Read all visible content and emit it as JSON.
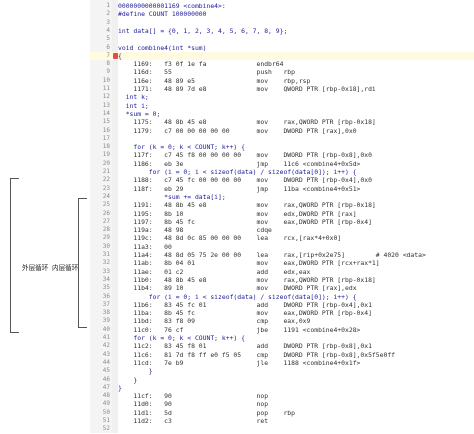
{
  "annotations": {
    "outer_loop_label": "外层循环",
    "inner_loop_label": "内层循环"
  },
  "colors": {
    "addr": "#c87a00",
    "c_code": "#1a1a99",
    "asm": "#303030"
  },
  "lines": [
    {
      "n": "1",
      "t": "0000000000001169 <combine4>:",
      "k": "c"
    },
    {
      "n": "2",
      "t": "#define COUNT 100000000",
      "k": "c"
    },
    {
      "n": "3",
      "t": "",
      "k": "c"
    },
    {
      "n": "4",
      "t": "int data[] = {0, 1, 2, 3, 4, 5, 6, 7, 8, 9};",
      "k": "c"
    },
    {
      "n": "5",
      "t": "",
      "k": "c"
    },
    {
      "n": "6",
      "t": "void combine4(int *sum)",
      "k": "c"
    },
    {
      "n": "7",
      "t": "{",
      "k": "c"
    },
    {
      "n": "8",
      "t": "    1169:   f3 0f 1e fa             endbr64",
      "k": "asm"
    },
    {
      "n": "9",
      "t": "    116d:   55                      push   rbp",
      "k": "asm"
    },
    {
      "n": "10",
      "t": "    116e:   48 89 e5                mov    rbp,rsp",
      "k": "asm"
    },
    {
      "n": "11",
      "t": "    1171:   48 89 7d e8             mov    QWORD PTR [rbp-0x18],rdi",
      "k": "asm"
    },
    {
      "n": "12",
      "t": "  int k;",
      "k": "c"
    },
    {
      "n": "13",
      "t": "  int i;",
      "k": "c"
    },
    {
      "n": "14",
      "t": "  *sum = 0;",
      "k": "c"
    },
    {
      "n": "15",
      "t": "    1175:   48 8b 45 e8             mov    rax,QWORD PTR [rbp-0x18]",
      "k": "asm"
    },
    {
      "n": "16",
      "t": "    1179:   c7 00 00 00 00 00       mov    DWORD PTR [rax],0x0",
      "k": "asm"
    },
    {
      "n": "17",
      "t": "",
      "k": "c"
    },
    {
      "n": "18",
      "t": "    for (k = 0; k < COUNT; k++) {",
      "k": "c"
    },
    {
      "n": "19",
      "t": "    117f:   c7 45 f8 00 00 00 00    mov    DWORD PTR [rbp-0x8],0x0",
      "k": "asm"
    },
    {
      "n": "20",
      "t": "    1186:   eb 3e                   jmp    11c6 <combine4+0x5d>",
      "k": "asm"
    },
    {
      "n": "21",
      "t": "        for (i = 0; i < sizeof(data) / sizeof(data[0]); i++) {",
      "k": "c"
    },
    {
      "n": "22",
      "t": "    1188:   c7 45 fc 00 00 00 00    mov    DWORD PTR [rbp-0x4],0x0",
      "k": "asm"
    },
    {
      "n": "23",
      "t": "    118f:   eb 29                   jmp    11ba <combine4+0x51>",
      "k": "asm"
    },
    {
      "n": "24",
      "t": "            *sum += data[i];",
      "k": "c"
    },
    {
      "n": "25",
      "t": "    1191:   48 8b 45 e8             mov    rax,QWORD PTR [rbp-0x18]",
      "k": "asm"
    },
    {
      "n": "26",
      "t": "    1195:   8b 10                   mov    edx,DWORD PTR [rax]",
      "k": "asm"
    },
    {
      "n": "27",
      "t": "    1197:   8b 45 fc                mov    eax,DWORD PTR [rbp-0x4]",
      "k": "asm"
    },
    {
      "n": "28",
      "t": "    119a:   48 98                   cdqe",
      "k": "asm"
    },
    {
      "n": "29",
      "t": "    119c:   48 8d 0c 85 00 00 00    lea    rcx,[rax*4+0x0]",
      "k": "asm"
    },
    {
      "n": "30",
      "t": "    11a3:   00",
      "k": "asm"
    },
    {
      "n": "31",
      "t": "    11a4:   48 8d 05 75 2e 00 00    lea    rax,[rip+0x2e75]        # 4020 <data>",
      "k": "asm"
    },
    {
      "n": "32",
      "t": "    11ab:   8b 04 01                mov    eax,DWORD PTR [rcx+rax*1]",
      "k": "asm"
    },
    {
      "n": "33",
      "t": "    11ae:   01 c2                   add    edx,eax",
      "k": "asm"
    },
    {
      "n": "34",
      "t": "    11b0:   48 8b 45 e8             mov    rax,QWORD PTR [rbp-0x18]",
      "k": "asm"
    },
    {
      "n": "35",
      "t": "    11b4:   89 10                   mov    DWORD PTR [rax],edx",
      "k": "asm"
    },
    {
      "n": "36",
      "t": "        for (i = 0; i < sizeof(data) / sizeof(data[0]); i++) {",
      "k": "c"
    },
    {
      "n": "37",
      "t": "    11b6:   83 45 fc 01             add    DWORD PTR [rbp-0x4],0x1",
      "k": "asm"
    },
    {
      "n": "38",
      "t": "    11ba:   8b 45 fc                mov    eax,DWORD PTR [rbp-0x4]",
      "k": "asm"
    },
    {
      "n": "39",
      "t": "    11bd:   83 f8 09                cmp    eax,0x9",
      "k": "asm"
    },
    {
      "n": "40",
      "t": "    11c0:   76 cf                   jbe    1191 <combine4+0x28>",
      "k": "asm"
    },
    {
      "n": "41",
      "t": "    for (k = 0; k < COUNT; k++) {",
      "k": "c"
    },
    {
      "n": "42",
      "t": "    11c2:   83 45 f8 01             add    DWORD PTR [rbp-0x8],0x1",
      "k": "asm"
    },
    {
      "n": "43",
      "t": "    11c6:   81 7d f8 ff e0 f5 05    cmp    DWORD PTR [rbp-0x8],0x5f5e0ff",
      "k": "asm"
    },
    {
      "n": "44",
      "t": "    11cd:   7e b9                   jle    1188 <combine4+0x1f>",
      "k": "asm"
    },
    {
      "n": "45",
      "t": "        }",
      "k": "c"
    },
    {
      "n": "46",
      "t": "    }",
      "k": "c"
    },
    {
      "n": "47",
      "t": "}",
      "k": "c"
    },
    {
      "n": "48",
      "t": "    11cf:   90                      nop",
      "k": "asm"
    },
    {
      "n": "49",
      "t": "    11d0:   90                      nop",
      "k": "asm"
    },
    {
      "n": "50",
      "t": "    11d1:   5d                      pop    rbp",
      "k": "asm"
    },
    {
      "n": "51",
      "t": "    11d2:   c3                      ret",
      "k": "asm"
    },
    {
      "n": "52",
      "t": "",
      "k": "c"
    }
  ]
}
